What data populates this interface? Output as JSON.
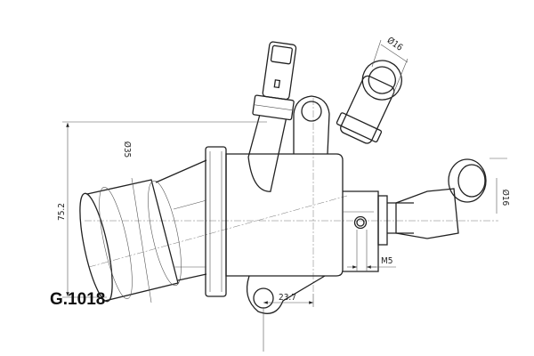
{
  "part_code": "G.1018",
  "dimensions": {
    "height": "75.2",
    "inlet_diameter": "Ø35",
    "top_outlet_diameter": "Ø16",
    "side_outlet_diameter": "Ø16",
    "bolt_thread": "M5",
    "ear_offset": "23.7"
  }
}
